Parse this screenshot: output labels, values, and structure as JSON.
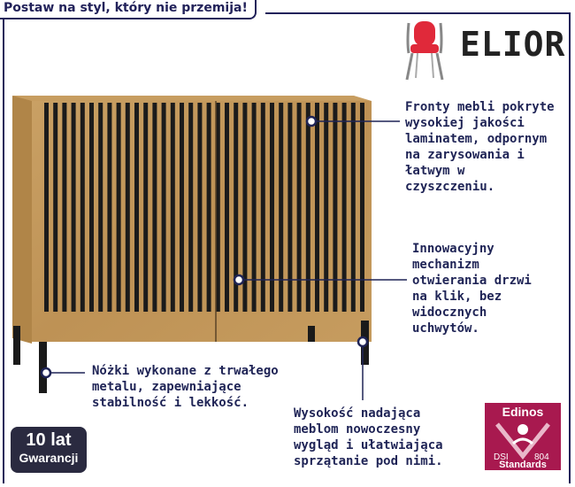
{
  "title": "Postaw na styl, który nie przemija!",
  "brand": {
    "name": "ELIOR",
    "icon": "chair-icon"
  },
  "annotations": {
    "fronts": [
      "Fronty mebli pokryte",
      "wysokiej jakości",
      "laminatem, odpornym",
      "na zarysowania i",
      "łatwym w",
      "czyszczeniu."
    ],
    "mechanism": [
      "Innowacyjny",
      "mechanizm",
      "otwierania drzwi",
      "na klik, bez",
      "widocznych",
      "uchwytów."
    ],
    "legs": [
      "Nóżki wykonane z trwałego",
      "metalu, zapewniające",
      "stabilność i lekkość."
    ],
    "height": [
      "Wysokość nadająca",
      "meblom nowoczesny",
      "wygląd i ułatwiająca",
      "sprzątanie pod nimi."
    ]
  },
  "warranty": {
    "line1": "10 lat",
    "line2": "Gwarancji"
  },
  "edinos": {
    "name": "Edinos",
    "dsi": "DSI",
    "code": "804",
    "standards": "Standards"
  },
  "colors": {
    "accent": "#22225a",
    "wood": "#c49a5c",
    "slat": "#1b1b1b",
    "edinos": "#a8194f"
  }
}
